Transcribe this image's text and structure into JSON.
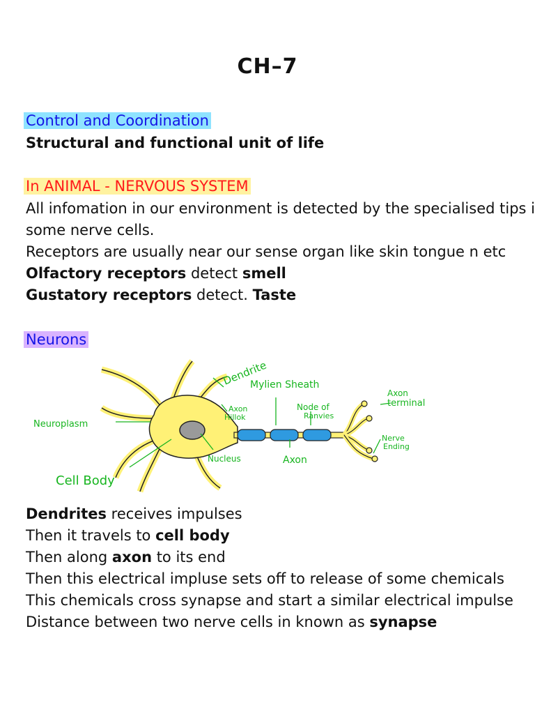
{
  "title": "CH–7",
  "heading1": "Control and Coordination",
  "line_unit": "Structural and functional unit of life",
  "heading2": "In ANIMAL - NERVOUS SYSTEM",
  "para1_line1": "All infomation in our environment is detected by the specialised tips if",
  "para1_line2": "some nerve cells.",
  "para2": "Receptors are usually near our sense organ like skin tongue n etc",
  "olfactory": {
    "term": "Olfactory receptors",
    "mid": " detect ",
    "target": "smell"
  },
  "gustatory": {
    "term": "Gustatory receptors",
    "mid": " detect. ",
    "target": "Taste"
  },
  "heading3": "Neurons",
  "diagram_labels": {
    "dendrite": "Dendrite",
    "mylien": "Mylien Sheath",
    "axon_terminal_1": "Axon",
    "axon_terminal_2": "terminal",
    "axon_hillok_1": "Axon",
    "axon_hillok_2": "Hillok",
    "node_1": "Node of",
    "node_2": "Ranvies",
    "neuroplasm": "Neuroplasm",
    "nerve_1": "Nerve",
    "nerve_2": "Ending",
    "nucleus": "Nucleus",
    "axon": "Axon",
    "cell_body": "Cell Body"
  },
  "s1": {
    "term": "Dendrites",
    "rest": " receives impulses"
  },
  "s2": {
    "pre": "Then it travels to ",
    "term": "cell body"
  },
  "s3": {
    "pre": "Then along ",
    "term": "axon",
    "rest": " to its end"
  },
  "s4": "Then this electrical impluse sets off to release of some chemicals",
  "s5": "This chemicals cross synapse and start a similar electrical impulse",
  "s6": {
    "pre": "Distance between two nerve cells in known as ",
    "term": "synapse"
  },
  "colors": {
    "highlight_blue": "#8fe3ff",
    "highlight_yellow": "#fff2a0",
    "highlight_purple": "#d9b3ff",
    "label_green": "#17b51f",
    "cell_yellow": "#fff176",
    "sheath_blue": "#2f9ae0"
  }
}
